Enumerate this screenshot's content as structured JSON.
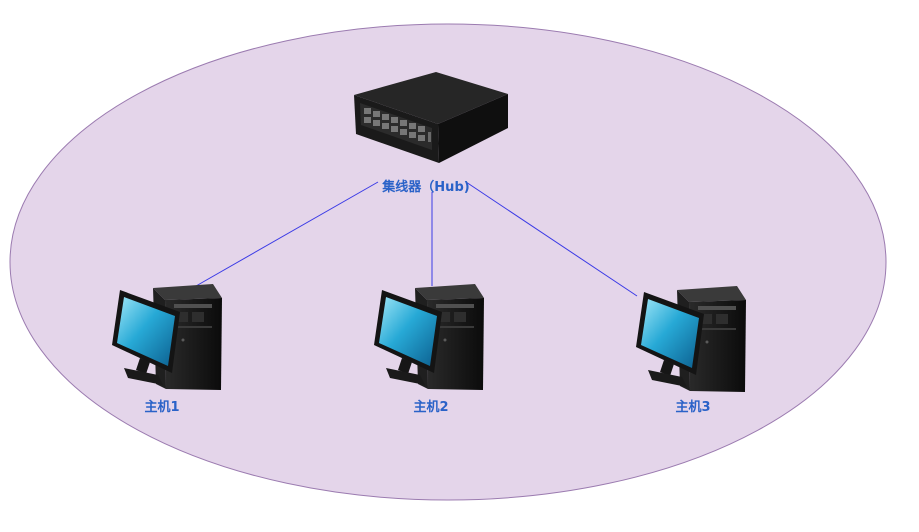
{
  "nodes": {
    "hub": {
      "label": "集线器（Hub)"
    },
    "hosts": [
      {
        "label": "主机1"
      },
      {
        "label": "主机2"
      },
      {
        "label": "主机3"
      }
    ]
  },
  "colors": {
    "network_area_fill": "#e4d5ea",
    "network_area_stroke": "#9b7bb0",
    "link": "#3a3ae6",
    "label": "#2a62c8"
  }
}
